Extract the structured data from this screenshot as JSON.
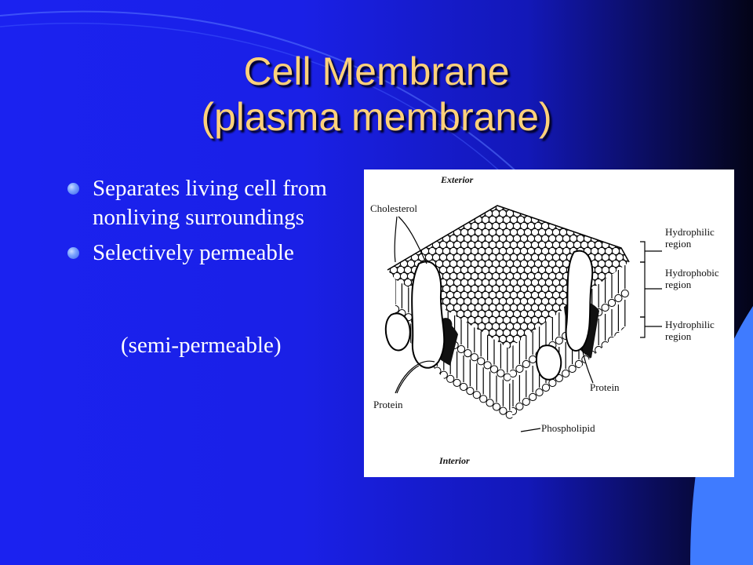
{
  "slide": {
    "title_line1": "Cell Membrane",
    "title_line2": "(plasma membrane)",
    "bullets": [
      "Separates living cell from nonliving surroundings",
      "Selectively permeable"
    ],
    "sub_line": "(semi-permeable)",
    "colors": {
      "title": "#ffd17a",
      "background": "#1b22f0",
      "text": "#ffffff"
    }
  },
  "figure": {
    "labels": {
      "exterior": "Exterior",
      "interior": "Interior",
      "cholesterol": "Cholesterol",
      "hydrophilic_top": "Hydrophilic region",
      "hydrophobic": "Hydrophobic region",
      "hydrophilic_bottom": "Hydrophilic region",
      "protein_left": "Protein",
      "protein_right": "Protein",
      "phospholipid": "Phospholipid"
    }
  }
}
